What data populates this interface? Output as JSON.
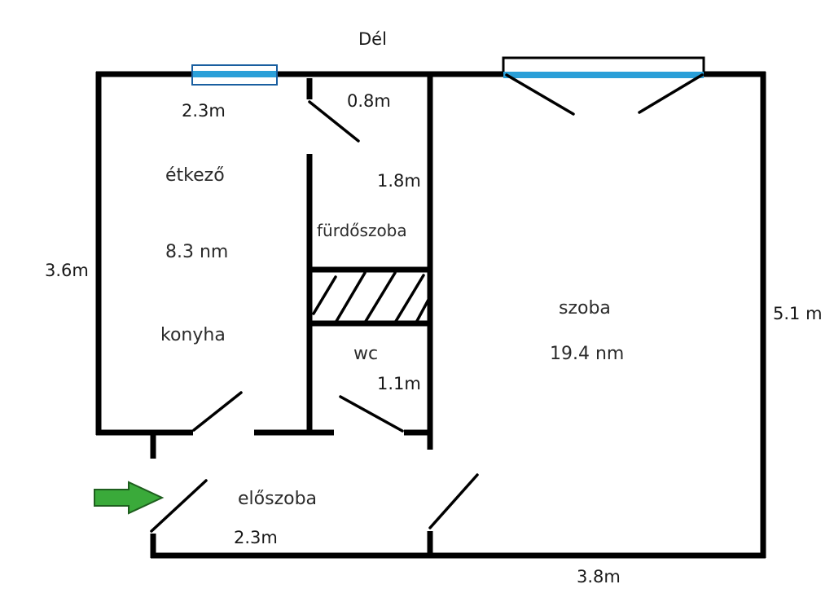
{
  "compass": {
    "south_label": "Dél"
  },
  "dimensions": {
    "top_left_window": "2.3m",
    "bath_door": "0.8m",
    "bath_length": "1.8m",
    "left_height": "3.6m",
    "wc_length": "1.1m",
    "hall_width": "2.3m",
    "right_height": "5.1 m",
    "bottom_right": "3.8m"
  },
  "rooms": {
    "dining": {
      "name": "étkező",
      "area": "8.3 nm"
    },
    "kitchen": {
      "name": "konyha"
    },
    "bathroom": {
      "name": "fürdőszoba"
    },
    "wc": {
      "name": "wc"
    },
    "room": {
      "name": "szoba",
      "area": "19.4 nm"
    },
    "hall": {
      "name": "előszoba"
    }
  },
  "colors": {
    "wall": "#000000",
    "window": "#2a9fd8",
    "window_frame": "#1a5fa0",
    "entry_arrow": "#3aaa3a",
    "entry_arrow_outline": "#1e5e1e"
  },
  "icons": {
    "entrance": "entry-arrow-icon"
  }
}
